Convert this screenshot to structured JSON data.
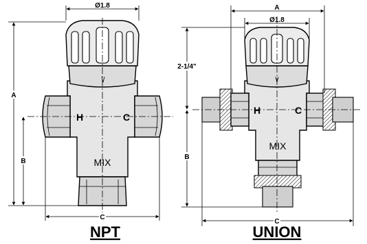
{
  "left_drawing": {
    "caption": "NPT",
    "dim_diameter": "Ø1.8",
    "dim_a": "A",
    "dim_b": "B",
    "dim_c": "C",
    "port_hot": "H",
    "port_cold": "C",
    "port_mix": "MIX"
  },
  "right_drawing": {
    "caption": "UNION",
    "dim_diameter": "Ø1.8",
    "dim_a": "A",
    "dim_b": "B",
    "dim_c": "C",
    "dim_height": "2-1/4\"",
    "port_hot": "H",
    "port_cold": "C",
    "port_mix": "MIX"
  }
}
